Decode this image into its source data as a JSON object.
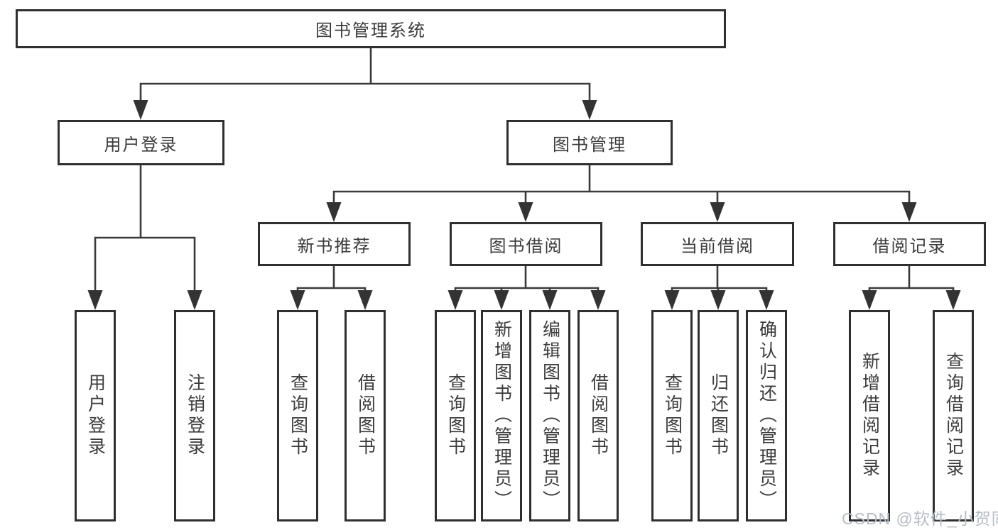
{
  "diagram": {
    "root": "图书管理系统",
    "level2": [
      "用户登录",
      "图书管理"
    ],
    "level3": [
      "新书推荐",
      "图书借阅",
      "当前借阅",
      "借阅记录"
    ],
    "leaves": [
      "用户登录",
      "注销登录",
      "查询图书",
      "借阅图书",
      "查询图书",
      "新增图书（管理员）",
      "编辑图书（管理员）",
      "借阅图书",
      "查询图书",
      "归还图书",
      "确认归还（管理员）",
      "新增借阅记录",
      "查询借阅记录"
    ]
  },
  "watermark": "CSDN @软件_小贺同学",
  "colors": {
    "box_border": "#2f2f2f",
    "connector_line": "#3a3a3a",
    "arrow_fill": "#333333",
    "text": "#3c3c3c",
    "watermark_text": "#b7bcc5",
    "background": "#ffffff"
  }
}
